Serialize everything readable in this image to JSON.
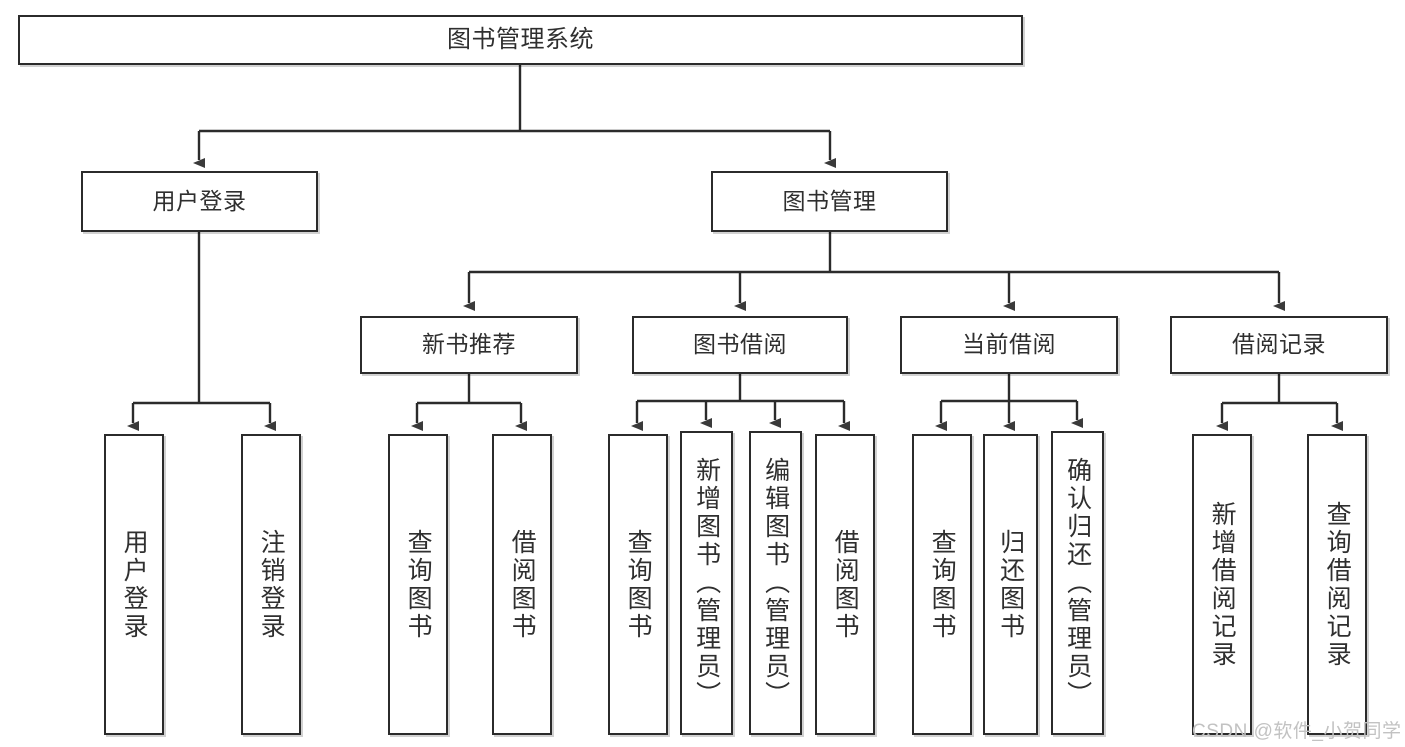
{
  "diagram": {
    "title": "图书管理系统",
    "type": "tree-hierarchy",
    "colors": {
      "box_border": "#2b2b2b",
      "box_fill": "#ffffff",
      "text": "#2f2f2f",
      "connector": "#2b2b2b",
      "watermark": "#c2c2c2"
    },
    "root": {
      "label": "图书管理系统"
    },
    "level2": [
      {
        "label": "用户登录"
      },
      {
        "label": "图书管理"
      }
    ],
    "level3": [
      {
        "label": "新书推荐"
      },
      {
        "label": "图书借阅"
      },
      {
        "label": "当前借阅"
      },
      {
        "label": "借阅记录"
      }
    ],
    "leaves": [
      {
        "label": "用户登录",
        "parent": "用户登录"
      },
      {
        "label": "注销登录",
        "parent": "用户登录"
      },
      {
        "label": "查询图书",
        "parent": "新书推荐"
      },
      {
        "label": "借阅图书",
        "parent": "新书推荐"
      },
      {
        "label": "查询图书",
        "parent": "图书借阅"
      },
      {
        "label": "新增图书（管理员）",
        "parent": "图书借阅"
      },
      {
        "label": "编辑图书（管理员）",
        "parent": "图书借阅"
      },
      {
        "label": "借阅图书",
        "parent": "图书借阅"
      },
      {
        "label": "查询图书",
        "parent": "当前借阅"
      },
      {
        "label": "归还图书",
        "parent": "当前借阅"
      },
      {
        "label": "确认归还（管理员）",
        "parent": "当前借阅"
      },
      {
        "label": "新增借阅记录",
        "parent": "借阅记录"
      },
      {
        "label": "查询借阅记录",
        "parent": "借阅记录"
      }
    ],
    "watermark": "CSDN @软件_小贺同学"
  }
}
